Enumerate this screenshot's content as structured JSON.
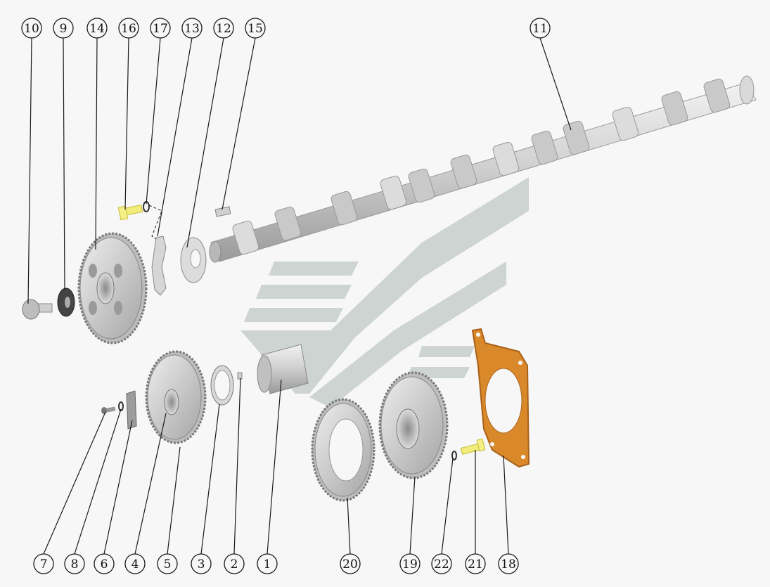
{
  "diagram": {
    "top_callouts": [
      "10",
      "9",
      "14",
      "16",
      "17",
      "13",
      "12",
      "15",
      "11"
    ],
    "bottom_callouts": [
      "7",
      "8",
      "6",
      "4",
      "5",
      "3",
      "2",
      "1",
      "20",
      "19",
      "22",
      "21",
      "18"
    ]
  },
  "colors": {
    "background": "#f7f7f7",
    "metal_light": "#e6e6e6",
    "metal_mid": "#c4c4c4",
    "metal_dark": "#8e8e8e",
    "bolt_yellow": "#f2ec7a",
    "gasket_orange": "#d9892a",
    "watermark": "#c9d1cd",
    "line": "#1a1a1a"
  }
}
